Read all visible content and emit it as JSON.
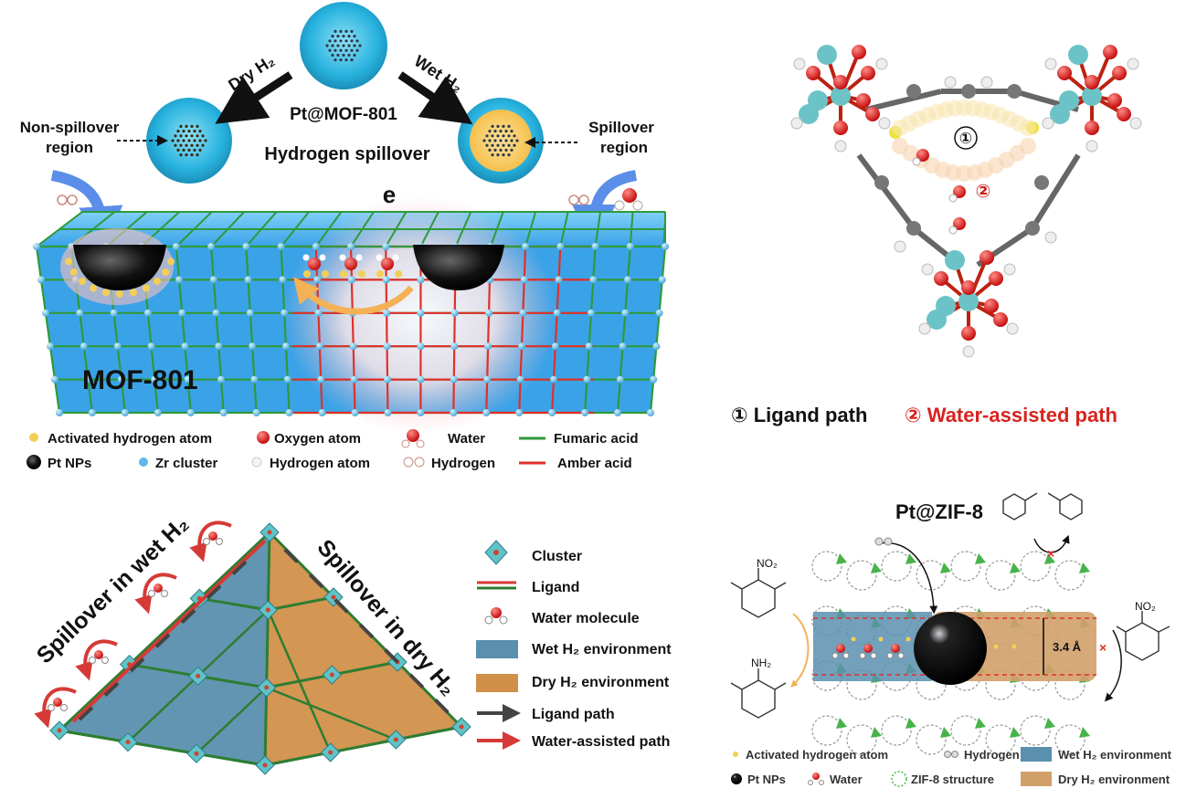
{
  "panel_a": {
    "center_label": "Pt@MOF-801",
    "dry_h2": "Dry H₂",
    "wet_h2": "Wet H₂",
    "non_spillover_line1": "Non-spillover",
    "non_spillover_line2": "region",
    "spillover_line1": "Spillover",
    "spillover_line2": "region",
    "hydrogen_spillover": "Hydrogen spillover",
    "electron": "e",
    "mof_label": "MOF-801",
    "legend": {
      "activated_h": "Activated hydrogen atom",
      "oxygen": "Oxygen atom",
      "water": "Water",
      "fumaric": "Fumaric acid",
      "pt_nps": "Pt NPs",
      "zr_cluster": "Zr cluster",
      "hydrogen_atom": "Hydrogen atom",
      "hydrogen": "Hydrogen",
      "amber": "Amber acid"
    }
  },
  "panel_b": {
    "path1_marker": "①",
    "path2_marker": "②",
    "ligand_path": "① Ligand path",
    "water_path": "② Water-assisted path"
  },
  "panel_c": {
    "wet_label": "Spillover in wet H₂",
    "dry_label": "Spillover in dry H₂",
    "legend": {
      "cluster": "Cluster",
      "ligand": "Ligand",
      "water_molecule": "Water molecule",
      "wet_env": "Wet H₂ environment",
      "dry_env": "Dry H₂ environment",
      "ligand_path": "Ligand path",
      "water_path": "Water-assisted path"
    }
  },
  "panel_d": {
    "title": "Pt@ZIF-8",
    "no2": "NO₂",
    "nh2": "NH₂",
    "no2_right": "NO₂",
    "distance": "3.4  Å",
    "legend": {
      "activated_h": "Activated hydrogen atom",
      "hydrogen": "Hydrogen",
      "wet_env": "Wet H₂ environment",
      "pt_nps": "Pt NPs",
      "water": "Water",
      "zif8": "ZIF-8 structure",
      "dry_env": "Dry H₂ environment"
    }
  },
  "colors": {
    "mof_blue": "#3aa3e8",
    "fumaric_green": "#2e9a3a",
    "amber_red": "#e0302a",
    "activated_yellow": "#f2cf57",
    "wet_env": "#5a8fae",
    "dry_env": "#d1904a",
    "path_red": "#d63a36",
    "path_dark": "#444444",
    "zr_teal": "#5fc3c8",
    "zif_green": "#47b34a"
  }
}
